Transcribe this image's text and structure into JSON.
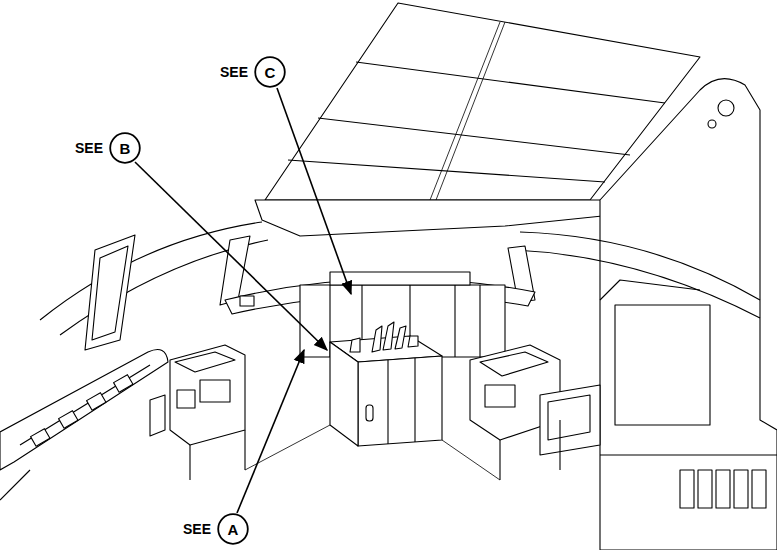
{
  "diagram": {
    "nodes": [
      {
        "text": [
          "C"
        ]
      },
      {
        "text": [
          "B"
        ]
      },
      {
        "text": [
          "A"
        ]
      }
    ],
    "labels": [
      "SEE",
      "SEE",
      "SEE"
    ]
  }
}
